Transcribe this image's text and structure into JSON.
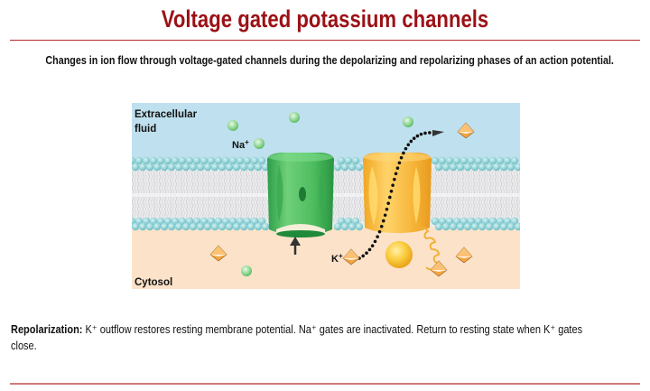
{
  "header": {
    "title": "Voltage gated potassium channels",
    "subtitle": "Changes in ion flow through voltage-gated channels during the depolarizing and repolarizing phases of an action potential."
  },
  "diagram": {
    "labels": {
      "extracellular_line1": "Extracellular",
      "extracellular_line2": "fluid",
      "cytosol": "Cytosol",
      "sodium_ion": "Na",
      "sodium_charge": "+",
      "potassium_ion": "K",
      "potassium_charge": "+"
    },
    "colors": {
      "extracellular": "#bfe0ee",
      "cytosol": "#fbe2c9",
      "lipid_head": "#7cc9cf",
      "sodium_channel": "#3fb35a",
      "potassium_channel": "#f4b63a",
      "sodium_ion": "#8fd694",
      "potassium_ion": "#f2a24a"
    }
  },
  "caption": {
    "term": "Repolarization:",
    "text": " K⁺ outflow restores resting membrane potential. Na⁺ gates are inactivated. Return to resting state when K⁺ gates close."
  }
}
